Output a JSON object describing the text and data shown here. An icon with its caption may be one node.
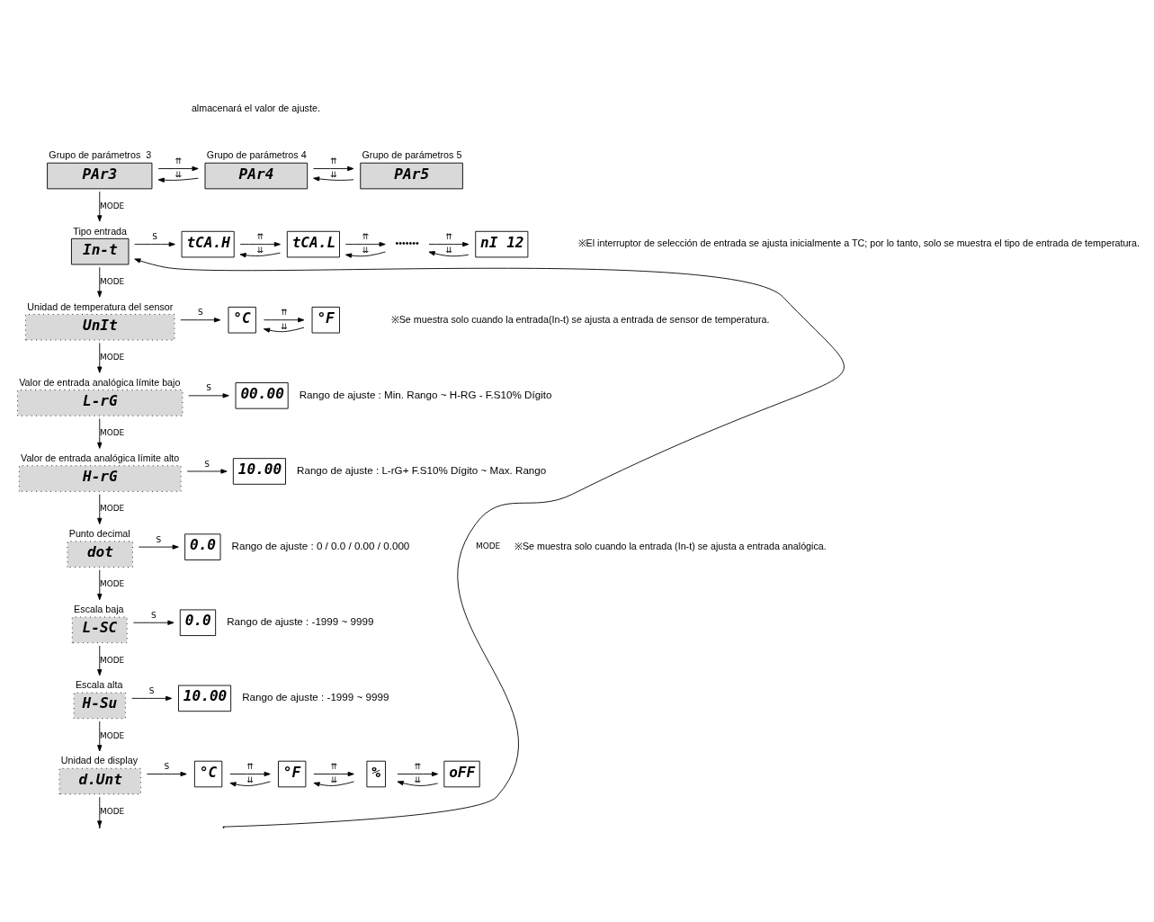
{
  "diagram": {
    "nodes": [
      {
        "text": [
          "Grupo de parámetros  3",
          "PAr3"
        ]
      },
      {
        "text": [
          "Grupo de parámetros 4",
          "PAr4"
        ]
      },
      {
        "text": [
          "Grupo de parámetros 5",
          "PAr5"
        ]
      },
      {
        "text": [
          "Tipo entrada",
          "In-t"
        ]
      },
      {
        "text": [
          "tCA.H"
        ]
      },
      {
        "text": [
          "tCA.L"
        ]
      },
      {
        "text": [
          "•••••••"
        ]
      },
      {
        "text": [
          "nI 12"
        ]
      },
      {
        "text": [
          "Unidad de temperatura del sensor",
          "UnIt"
        ]
      },
      {
        "text": [
          "°C"
        ]
      },
      {
        "text": [
          "°F"
        ]
      },
      {
        "text": [
          "Valor de entrada analógica límite bajo",
          "L-rG"
        ]
      },
      {
        "text": [
          "00.00"
        ],
        "beside": [
          "Rango de ajuste : Min. Rango ~ H-RG - F.S10% Dígito"
        ]
      },
      {
        "text": [
          "Valor de entrada analógica límite alto",
          "H-rG"
        ]
      },
      {
        "text": [
          "10.00"
        ],
        "beside": [
          "Rango de ajuste : L-rG+ F.S10% Dígito ~ Max. Rango"
        ]
      },
      {
        "text": [
          "Punto decimal",
          "dot"
        ]
      },
      {
        "text": [
          "0.0"
        ],
        "beside": [
          "Rango de ajuste : 0 / 0.0 / 0.00 / 0.000"
        ]
      },
      {
        "text": [
          "Escala baja",
          "L-SC"
        ]
      },
      {
        "text": [
          "0.0"
        ],
        "beside": [
          "Rango de ajuste : -1999 ~ 9999"
        ]
      },
      {
        "text": [
          "Escala alta",
          "H-Su"
        ]
      },
      {
        "text": [
          "10.00"
        ],
        "beside": [
          "Rango de ajuste : -1999 ~ 9999"
        ]
      },
      {
        "text": [
          "Unidad de display",
          "d.Unt"
        ]
      },
      {
        "text": [
          "°C"
        ]
      },
      {
        "text": [
          "°F"
        ]
      },
      {
        "text": [
          "%"
        ]
      },
      {
        "text": [
          "oFF"
        ]
      }
    ],
    "edges": [
      {
        "from": 0,
        "to": 1,
        "arrow": "to",
        "label": "⇈"
      },
      {
        "from": 1,
        "to": 0,
        "arrow": "to",
        "label": "⇊"
      },
      {
        "from": 1,
        "to": 2,
        "arrow": "to",
        "label": "⇈"
      },
      {
        "from": 2,
        "to": 1,
        "arrow": "to",
        "label": "⇊"
      },
      {
        "from": 0,
        "to": 3,
        "arrow": "to",
        "label": "MODE"
      },
      {
        "from": 3,
        "to": 4,
        "arrow": "to",
        "label": "S"
      },
      {
        "from": 4,
        "to": 5,
        "arrow": "to",
        "label": "⇈"
      },
      {
        "from": 5,
        "to": 4,
        "arrow": "to",
        "label": "⇊"
      },
      {
        "from": 5,
        "to": 6,
        "arrow": "to",
        "label": "⇈"
      },
      {
        "from": 6,
        "to": 5,
        "arrow": "to",
        "label": "⇊"
      },
      {
        "from": 6,
        "to": 7,
        "arrow": "to",
        "label": "⇈"
      },
      {
        "from": 7,
        "to": 6,
        "arrow": "to",
        "label": "⇊"
      },
      {
        "from": 3,
        "to": 8,
        "arrow": "to",
        "label": "MODE"
      },
      {
        "from": 8,
        "to": 9,
        "arrow": "to",
        "label": "S"
      },
      {
        "from": 9,
        "to": 10,
        "arrow": "to",
        "label": "⇈"
      },
      {
        "from": 10,
        "to": 9,
        "arrow": "to",
        "label": "⇊"
      },
      {
        "from": 8,
        "to": 11,
        "arrow": "to",
        "label": "MODE"
      },
      {
        "from": 11,
        "to": 12,
        "arrow": "to",
        "label": "S"
      },
      {
        "from": 11,
        "to": 13,
        "arrow": "to",
        "label": "MODE"
      },
      {
        "from": 13,
        "to": 14,
        "arrow": "to",
        "label": "S"
      },
      {
        "from": 13,
        "to": 15,
        "arrow": "to",
        "label": "MODE"
      },
      {
        "from": 15,
        "to": 16,
        "arrow": "to",
        "label": "S"
      },
      {
        "from": 15,
        "to": 17,
        "arrow": "to",
        "label": "MODE"
      },
      {
        "from": 17,
        "to": 18,
        "arrow": "to",
        "label": "S"
      },
      {
        "from": 17,
        "to": 19,
        "arrow": "to",
        "label": "MODE"
      },
      {
        "from": 19,
        "to": 20,
        "arrow": "to",
        "label": "S"
      },
      {
        "from": 19,
        "to": 21,
        "arrow": "to",
        "label": "MODE"
      },
      {
        "from": 21,
        "to": 22,
        "arrow": "to",
        "label": "S"
      },
      {
        "from": 22,
        "to": 23,
        "arrow": "to",
        "label": "⇈"
      },
      {
        "from": 23,
        "to": 22,
        "arrow": "to",
        "label": "⇊"
      },
      {
        "from": 23,
        "to": 24,
        "arrow": "to",
        "label": "⇈"
      },
      {
        "from": 24,
        "to": 23,
        "arrow": "to",
        "label": "⇊"
      },
      {
        "from": 24,
        "to": 25,
        "arrow": "to",
        "label": "⇈"
      },
      {
        "from": 25,
        "to": 24,
        "arrow": "to",
        "label": "⇊"
      },
      {
        "from": 21,
        "to": null,
        "arrow": "to",
        "label": "MODE"
      },
      {
        "from": null,
        "to": 3,
        "arrow": "to",
        "label": "MODE"
      }
    ],
    "labels": [
      "almacenará el valor de ajuste.",
      "※El interruptor de selección de entrada se ajusta inicialmente a TC; por lo tanto, solo se muestra el tipo de entrada de temperatura.",
      "※Se muestra solo cuando la entrada(In-t) se ajusta a entrada de sensor de temperatura.",
      "※Se muestra solo cuando la entrada (In-t) se ajusta a entrada analógica."
    ]
  }
}
